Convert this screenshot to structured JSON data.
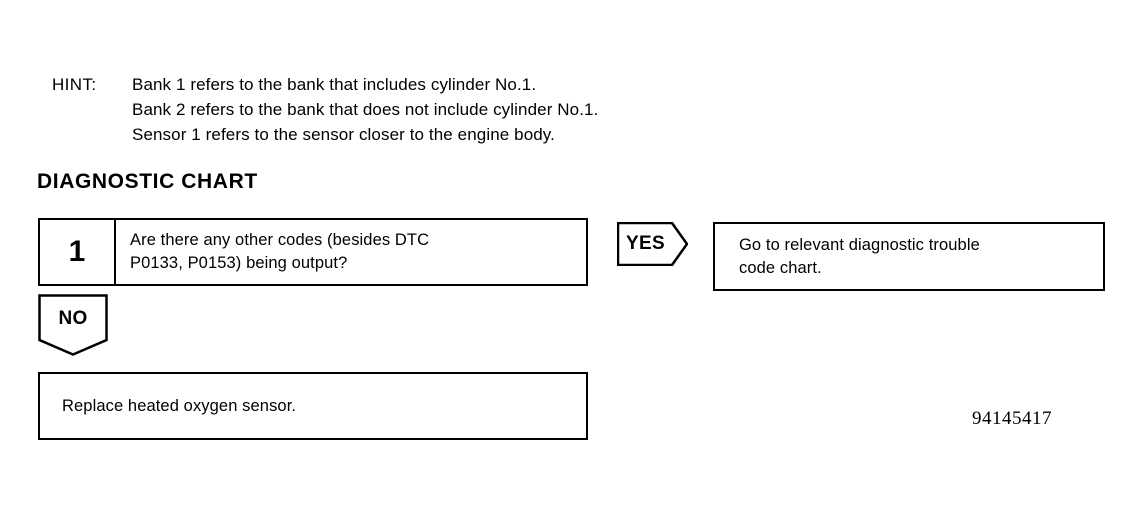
{
  "hint": {
    "label": "HINT:",
    "lines": [
      "Bank 1 refers to the bank that includes cylinder No.1.",
      "Bank 2 refers to the bank that does not include cylinder No.1.",
      "Sensor 1 refers to the sensor closer to the engine body."
    ]
  },
  "section": {
    "title": "DIAGNOSTIC CHART"
  },
  "flow": {
    "step": {
      "number": "1",
      "question_lines": [
        "Are there any other codes (besides DTC",
        "P0133, P0153) being output?"
      ]
    },
    "yes_branch": {
      "tag": "YES",
      "result_lines": [
        "Go to relevant diagnostic trouble",
        "code chart."
      ]
    },
    "no_branch": {
      "tag": "NO",
      "result_lines": [
        "Replace heated oxygen sensor."
      ]
    }
  },
  "footer": {
    "reference": "94145417"
  },
  "colors": {
    "ink": "#000000",
    "background": "#ffffff"
  }
}
